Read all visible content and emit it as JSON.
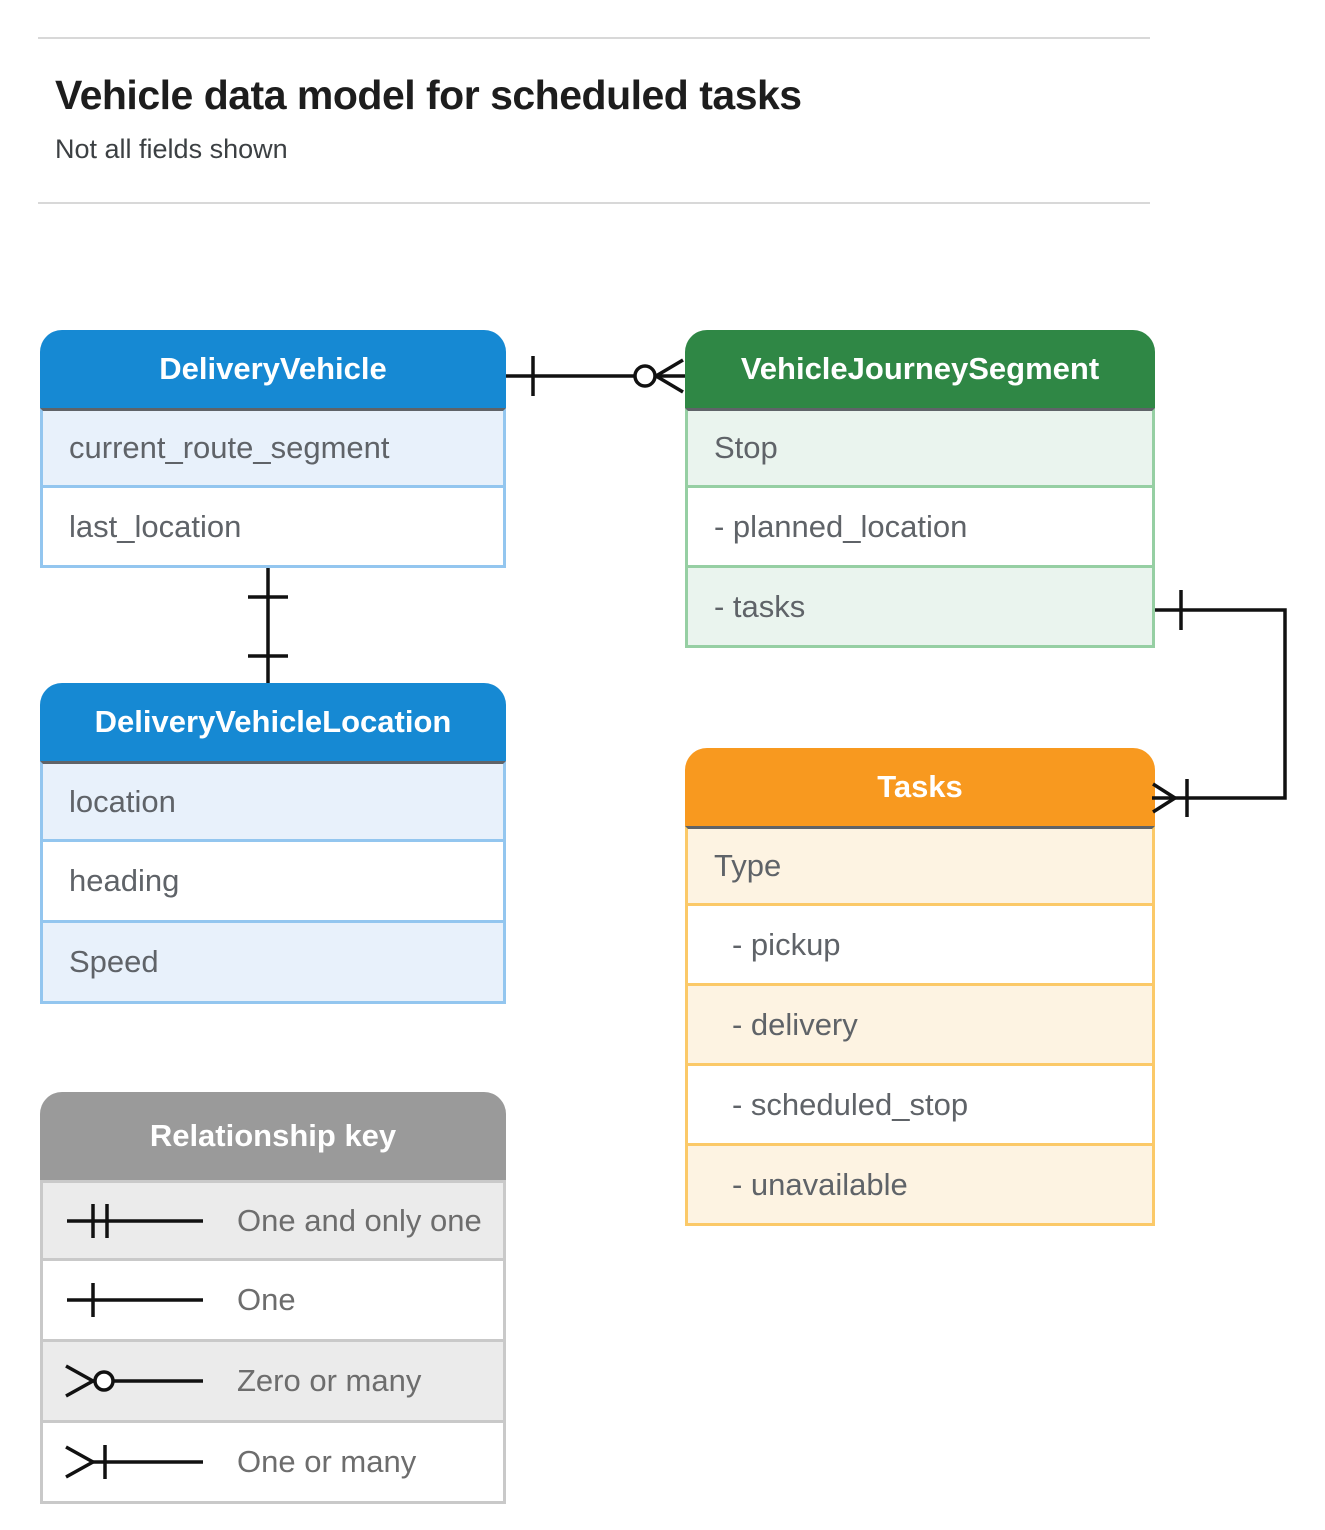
{
  "page": {
    "title": "Vehicle data model for scheduled tasks",
    "subtitle": "Not all fields shown"
  },
  "colors": {
    "blue": "#1689d3",
    "blue_light": "#e8f1fb",
    "blue_border": "#93c6ef",
    "green": "#2f8745",
    "green_light": "#eaf4ee",
    "green_border": "#96cfa3",
    "orange": "#f8991f",
    "orange_light": "#fdf3e2",
    "orange_border": "#fbc968",
    "gray": "#9a9a9a",
    "gray_light": "#ebebeb",
    "gray_border": "#c9c9c9"
  },
  "entities": {
    "delivery_vehicle": {
      "title": "DeliveryVehicle",
      "fields": [
        "current_route_segment",
        "last_location"
      ]
    },
    "vehicle_journey_segment": {
      "title": "VehicleJourneySegment",
      "fields": [
        "Stop",
        "- planned_location",
        "- tasks"
      ]
    },
    "delivery_vehicle_location": {
      "title": "DeliveryVehicleLocation",
      "fields": [
        "location",
        "heading",
        "Speed"
      ]
    },
    "tasks": {
      "title": "Tasks",
      "fields": [
        "Type",
        "- pickup",
        "- delivery",
        "- scheduled_stop",
        "- unavailable"
      ]
    }
  },
  "legend": {
    "title": "Relationship key",
    "items": [
      {
        "symbol": "one-and-only-one",
        "label": "One and only one"
      },
      {
        "symbol": "one",
        "label": "One"
      },
      {
        "symbol": "zero-or-many",
        "label": "Zero or many"
      },
      {
        "symbol": "one-or-many",
        "label": "One or many"
      }
    ]
  },
  "relationships": [
    {
      "from": "DeliveryVehicle",
      "to": "VehicleJourneySegment",
      "from_cardinality": "one",
      "to_cardinality": "zero-or-many"
    },
    {
      "from": "DeliveryVehicle",
      "to": "DeliveryVehicleLocation",
      "from_cardinality": "one",
      "to_cardinality": "one"
    },
    {
      "from": "VehicleJourneySegment.tasks",
      "to": "Tasks",
      "from_cardinality": "one",
      "to_cardinality": "one-or-many"
    }
  ]
}
